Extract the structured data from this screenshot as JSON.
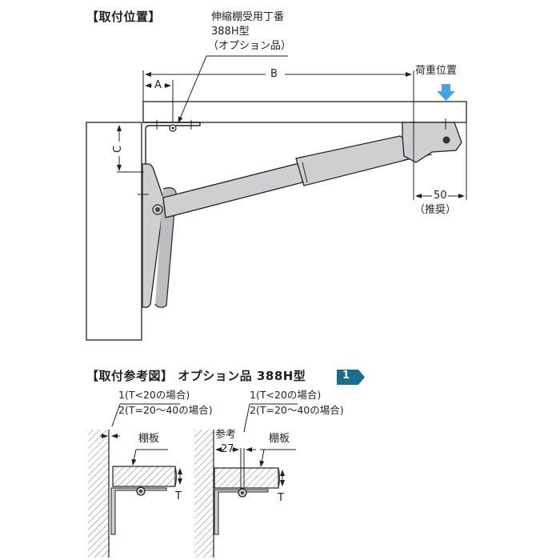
{
  "main_diagram": {
    "title": "【取付位置】",
    "part_callout": {
      "line1": "伸縮棚受用丁番",
      "line2": "388H型",
      "line3": "（オプション品）"
    },
    "load_label": "荷重位置",
    "dimensions": {
      "a": "A",
      "b": "B",
      "c": "C",
      "recommended_value": "50",
      "recommended_note": "（推奨）"
    }
  },
  "reference_section": {
    "title": "【取付参考図】 オプション品 388H型",
    "badge_number": "1",
    "left_detail": {
      "note_line1": "1(T<20の場合)",
      "note_line2": "2(T=20〜40の場合)",
      "shelf_label": "棚板",
      "thickness_label": "T"
    },
    "right_detail": {
      "note_line1": "1(T<20の場合)",
      "note_line2": "2(T=20〜40の場合)",
      "reference_label": "参考",
      "reference_value": "27",
      "shelf_label": "棚板",
      "thickness_label": "T"
    }
  },
  "colors": {
    "line": "#231f20",
    "metal_fill": "#cfcfd1",
    "load_arrow": "#4aa3df",
    "badge": "#1b6d8e"
  }
}
